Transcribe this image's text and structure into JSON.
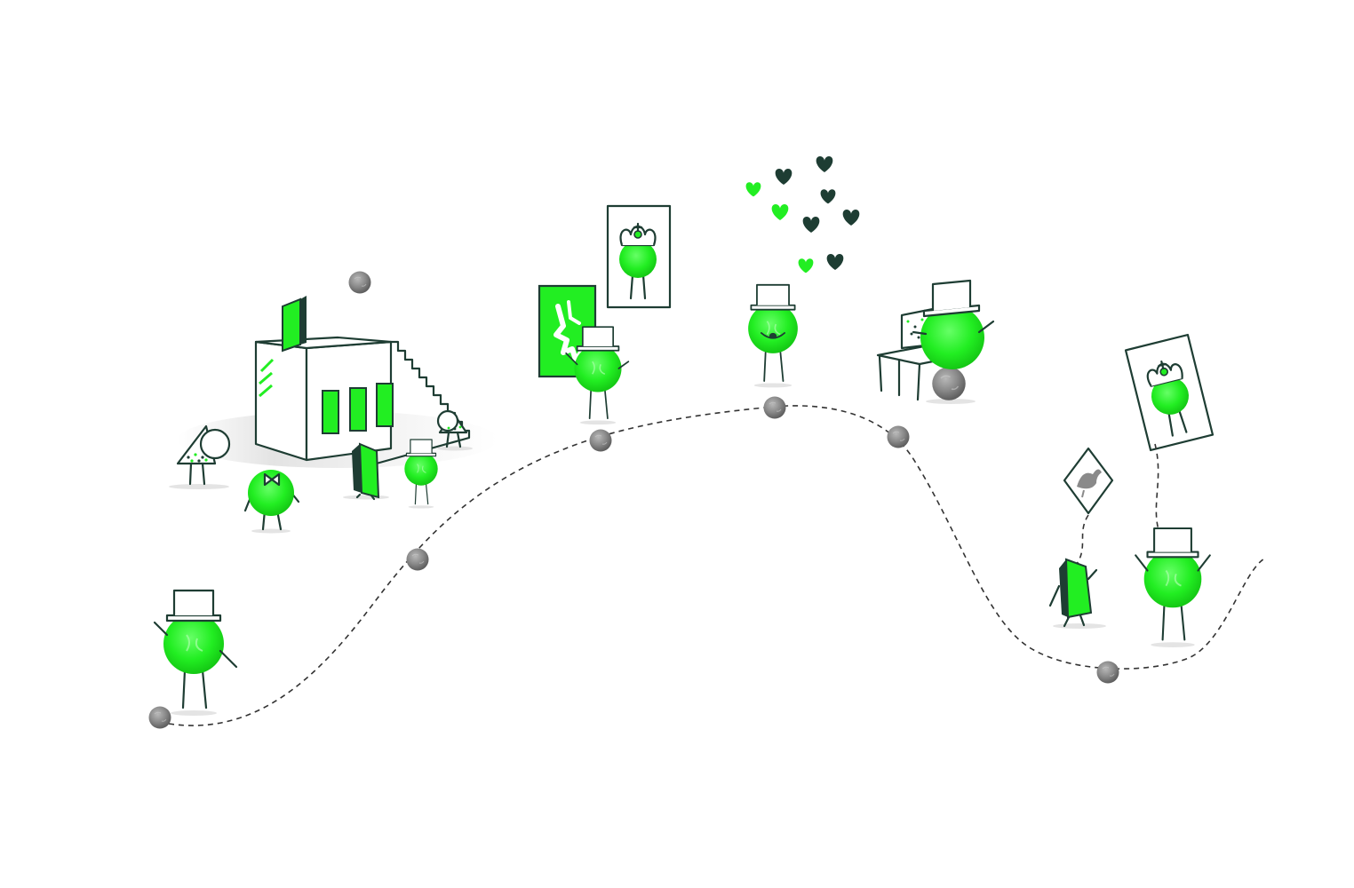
{
  "colors": {
    "ink": "#1e3d33",
    "green": "#22ee22",
    "green_dark": "#18c818",
    "heart_dark": "#1e3d33",
    "heart_green": "#22ee22",
    "stone": "#8e8e8e",
    "path": "#333333",
    "shadow": "#d9d9d9"
  },
  "journey": {
    "stones": [
      {
        "name": "stone-start"
      },
      {
        "name": "stone-climb"
      },
      {
        "name": "stone-gallery"
      },
      {
        "name": "stone-peak"
      },
      {
        "name": "stone-descent"
      },
      {
        "name": "stone-valley"
      }
    ]
  },
  "hearts": [
    {
      "tone": "green"
    },
    {
      "tone": "dark"
    },
    {
      "tone": "dark"
    },
    {
      "tone": "green"
    },
    {
      "tone": "dark"
    },
    {
      "tone": "dark"
    },
    {
      "tone": "dark"
    },
    {
      "tone": "green"
    },
    {
      "tone": "dark"
    }
  ],
  "icons": {
    "character": "top-hat-pea-character",
    "king": "crowned-pea-portrait",
    "book": "book-character",
    "cone": "cone-character",
    "house": "building-with-stairs",
    "desk": "computer-desk",
    "heart": "heart-icon",
    "stone": "stone-waypoint",
    "kite": "diamond-kite-sign"
  }
}
